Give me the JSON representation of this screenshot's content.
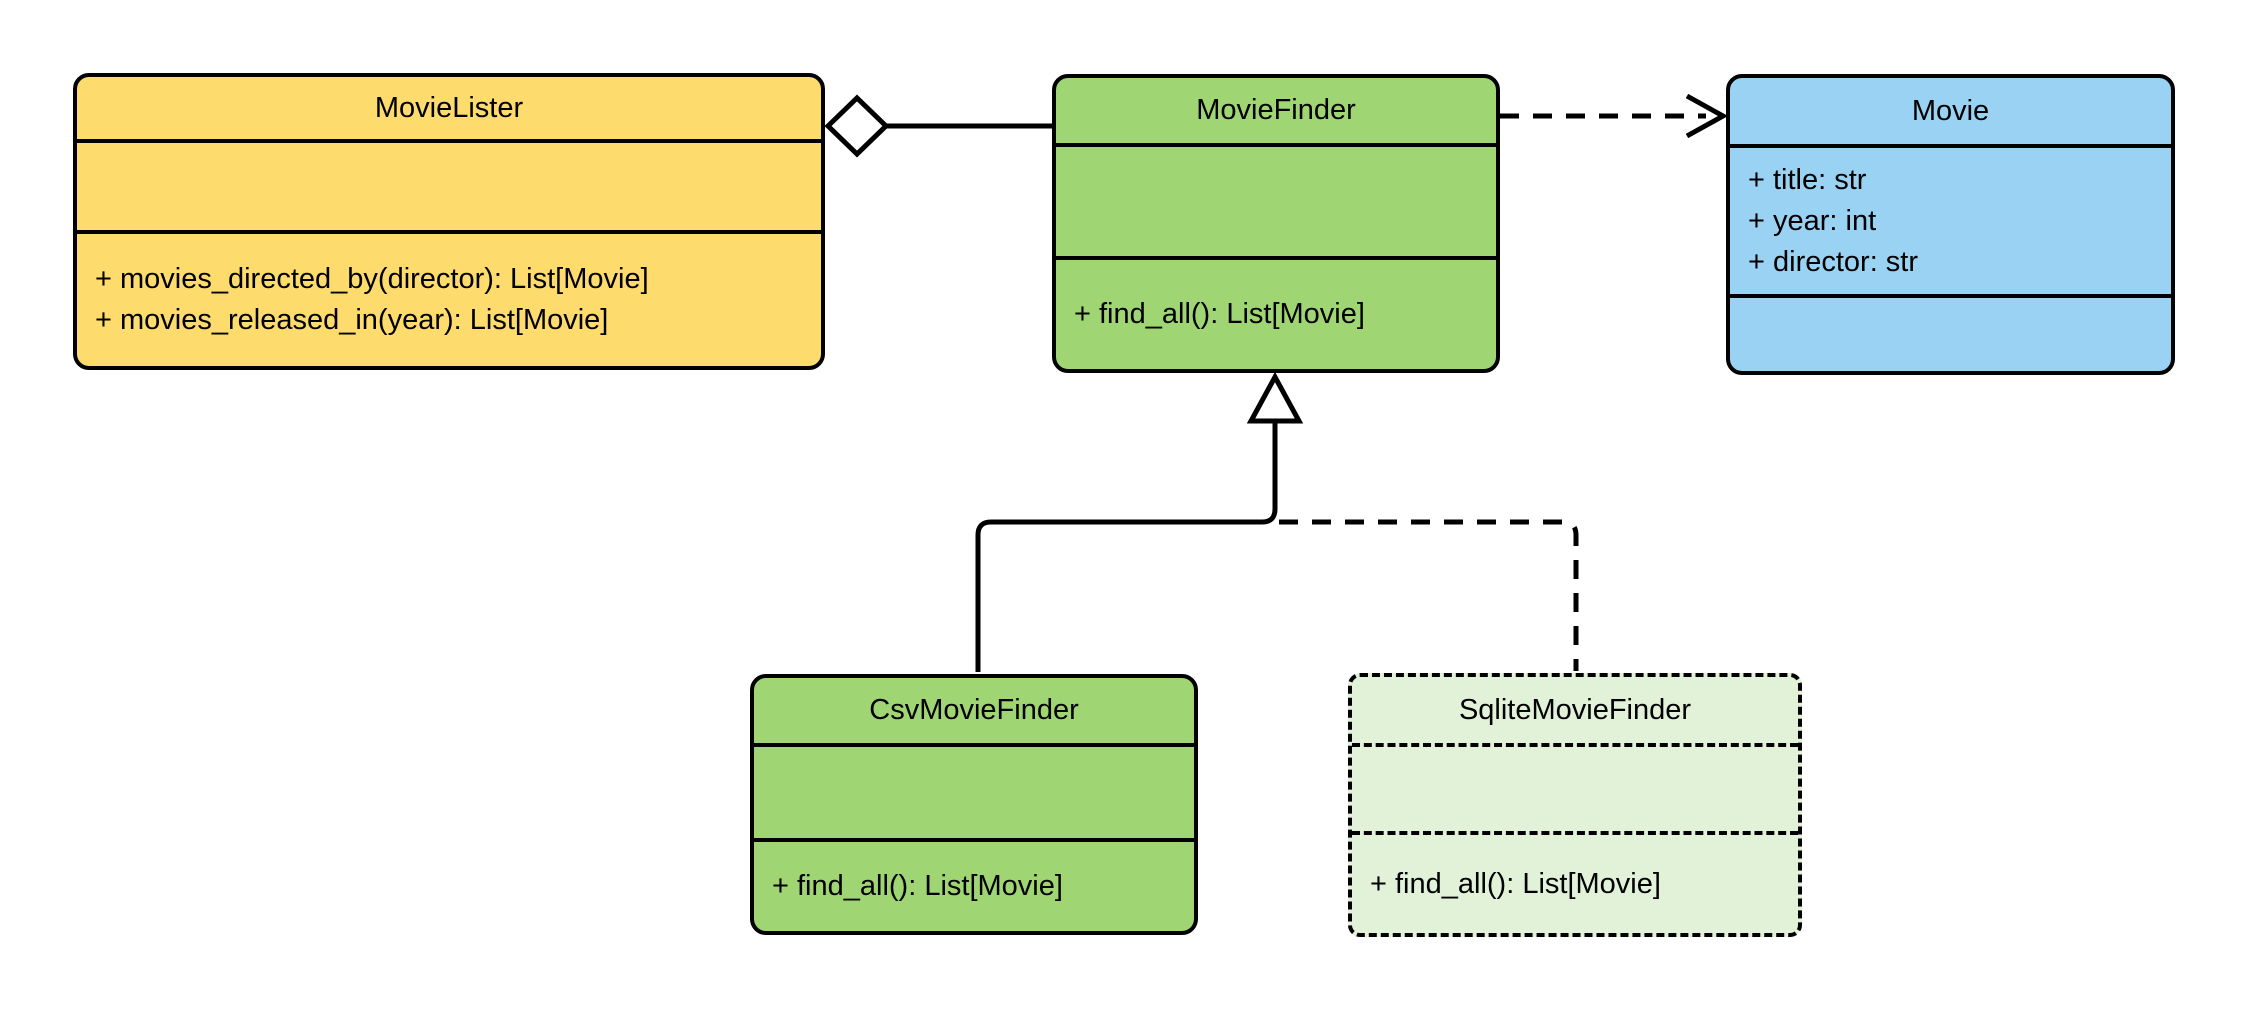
{
  "diagram": {
    "type": "uml-class-diagram",
    "background": "#ffffff"
  },
  "colors": {
    "yellow": "#FDDB6D",
    "green": "#9FD573",
    "blue": "#99D2F2",
    "pale_green": "#E1F2D9",
    "stroke": "#000000",
    "shape_fill_white": "#FFFFFF"
  },
  "classes": [
    {
      "name": "MovieLister",
      "fill": "#FDDB6D",
      "border": "solid",
      "attributes": [],
      "methods": [
        "+ movies_directed_by(director): List[Movie]",
        "+ movies_released_in(year): List[Movie]"
      ]
    },
    {
      "name": "MovieFinder",
      "fill": "#9FD573",
      "border": "solid",
      "attributes": [],
      "methods": [
        "+ find_all(): List[Movie]"
      ]
    },
    {
      "name": "Movie",
      "fill": "#99D2F2",
      "border": "solid",
      "attributes": [
        "+ title: str",
        "+ year: int",
        "+ director: str"
      ],
      "methods": []
    },
    {
      "name": "CsvMovieFinder",
      "fill": "#9FD573",
      "border": "solid",
      "attributes": [],
      "methods": [
        "+ find_all(): List[Movie]"
      ]
    },
    {
      "name": "SqliteMovieFinder",
      "fill": "#E1F2D9",
      "border": "dashed",
      "attributes": [],
      "methods": [
        "+ find_all(): List[Movie]"
      ]
    }
  ],
  "relationships": [
    {
      "type": "aggregation",
      "from": "MovieLister",
      "to": "MovieFinder",
      "line": "solid",
      "marker": "hollow-diamond-at-source"
    },
    {
      "type": "dependency",
      "from": "MovieFinder",
      "to": "Movie",
      "line": "dashed",
      "marker": "open-arrow-at-target"
    },
    {
      "type": "generalization",
      "from": "CsvMovieFinder",
      "to": "MovieFinder",
      "line": "solid",
      "marker": "hollow-triangle-at-target"
    },
    {
      "type": "generalization",
      "from": "SqliteMovieFinder",
      "to": "MovieFinder",
      "line": "dashed",
      "marker": "hollow-triangle-at-target"
    }
  ]
}
